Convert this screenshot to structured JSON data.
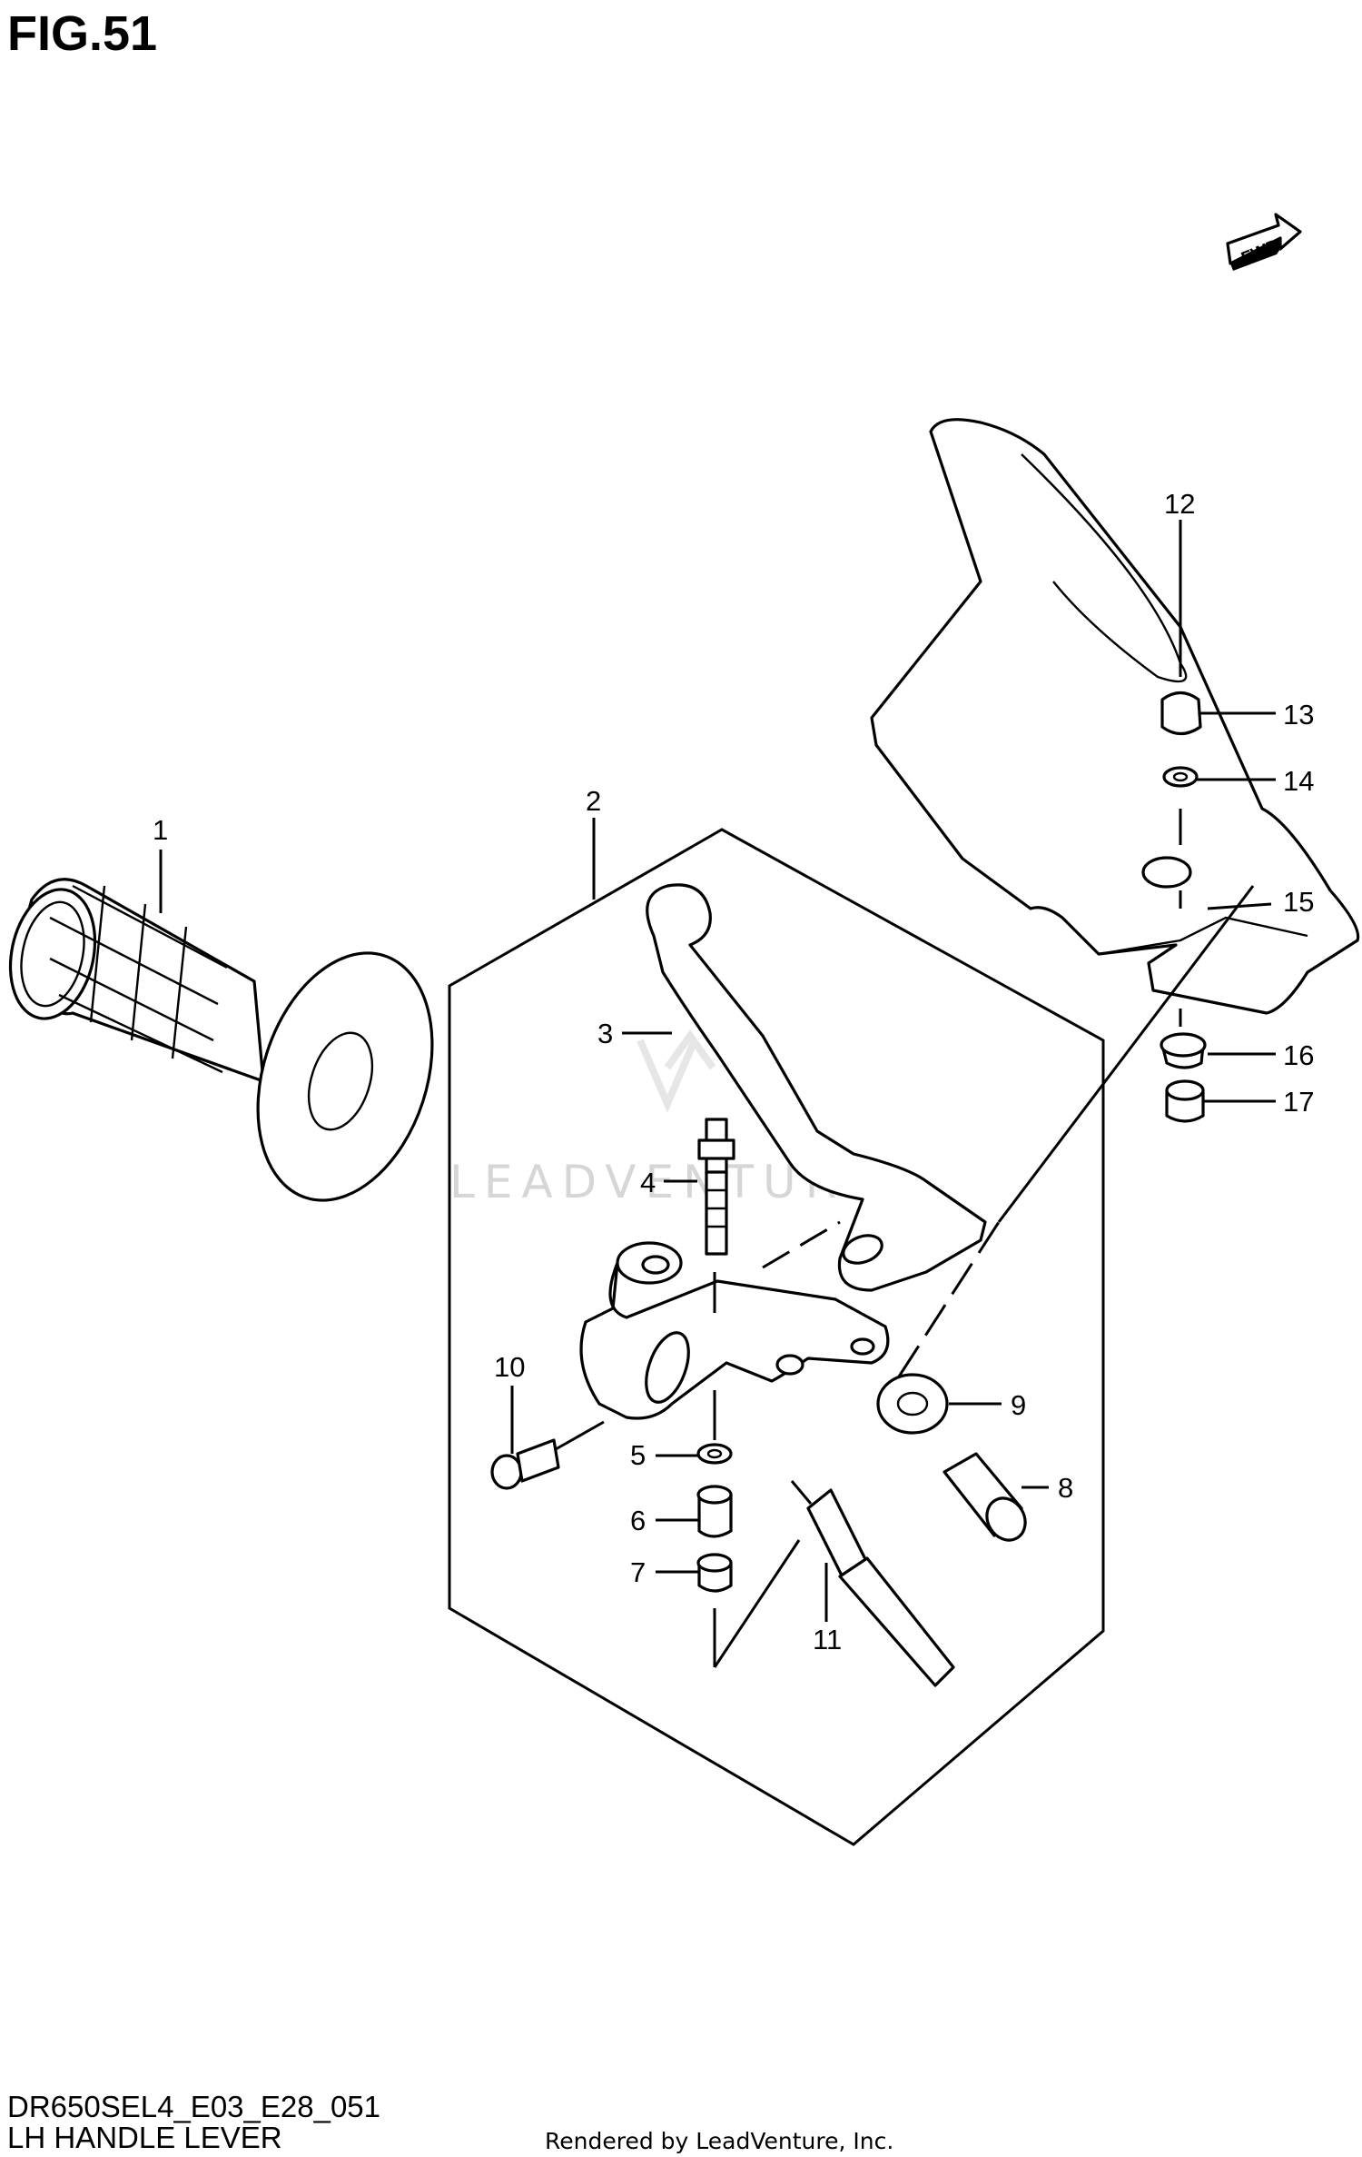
{
  "figure": {
    "title": "FIG.51",
    "code": "DR650SEL4_E03_E28_051",
    "caption": "LH HANDLE LEVER",
    "credit": "Rendered by LeadVenture, Inc.",
    "watermark": "LEADVENTURE",
    "direction_label": "FWD"
  },
  "callouts": [
    {
      "number": "1",
      "part": "grip"
    },
    {
      "number": "2",
      "part": "lever-assembly"
    },
    {
      "number": "3",
      "part": "clutch-lever"
    },
    {
      "number": "4",
      "part": "pivot-bolt"
    },
    {
      "number": "5",
      "part": "washer"
    },
    {
      "number": "6",
      "part": "spacer"
    },
    {
      "number": "7",
      "part": "nut"
    },
    {
      "number": "8",
      "part": "adjuster"
    },
    {
      "number": "9",
      "part": "adjuster-nut"
    },
    {
      "number": "10",
      "part": "holder-bolt"
    },
    {
      "number": "11",
      "part": "clutch-switch"
    },
    {
      "number": "12",
      "part": "handguard"
    },
    {
      "number": "13",
      "part": "cap-nut"
    },
    {
      "number": "14",
      "part": "washer"
    },
    {
      "number": "15",
      "part": "bracket"
    },
    {
      "number": "16",
      "part": "collar"
    },
    {
      "number": "17",
      "part": "nut"
    }
  ]
}
